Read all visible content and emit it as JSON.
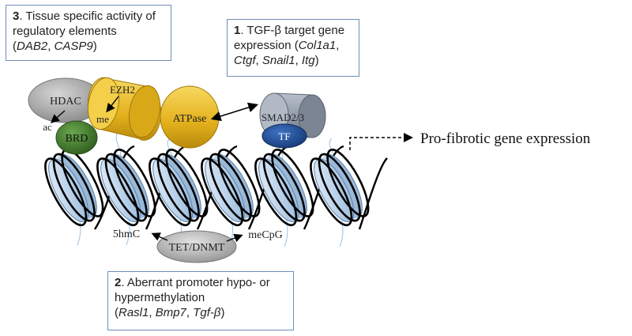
{
  "boxes": {
    "tissue": {
      "number": "3",
      "line1": ". Tissue specific activity  of",
      "line2": "regulatory elements",
      "genes_open": "(",
      "gene_a": "DAB2",
      "sep1": ", ",
      "gene_b": "CASP9",
      "genes_close": ")"
    },
    "tgf": {
      "number": "1",
      "line1": ". TGF-β target gene",
      "line2_prefix": "expression (",
      "gene_a": "Col1a1",
      "sep1": ",",
      "gene_b": "Ctgf",
      "sep2": ", ",
      "gene_c": "Snail1",
      "sep3": ", ",
      "gene_d": "Itg",
      "close": ")"
    },
    "promoter": {
      "number": "2",
      "line1": ". Aberrant promoter hypo- or",
      "line2": "hypermethylation",
      "open": "(",
      "gene_a": "Rasl1",
      "sep1": ", ",
      "gene_b": "Bmp7",
      "sep2": ", ",
      "gene_c": "Tgf-β",
      "close": ")"
    }
  },
  "proteins": {
    "hdac": "HDAC",
    "ezh2": "EZH2",
    "atpase": "ATPase",
    "smad": "SMAD2/3",
    "brd": "BRD",
    "tf": "TF",
    "tet": "TET/DNMT"
  },
  "marks": {
    "ac": "ac",
    "me": "me",
    "hmc": "5hmC",
    "mecpg": "meCpG"
  },
  "output_label": "Pro-fibrotic gene expression",
  "colors": {
    "box_border": "#6f8fb8",
    "hdac": "#9a9a9a",
    "cylinder": "#e8b81e",
    "smad": "#8c96a4",
    "brd": "#3f7a2a",
    "tf": "#1f4e9a",
    "nucleosome": "#bcd3ea"
  }
}
